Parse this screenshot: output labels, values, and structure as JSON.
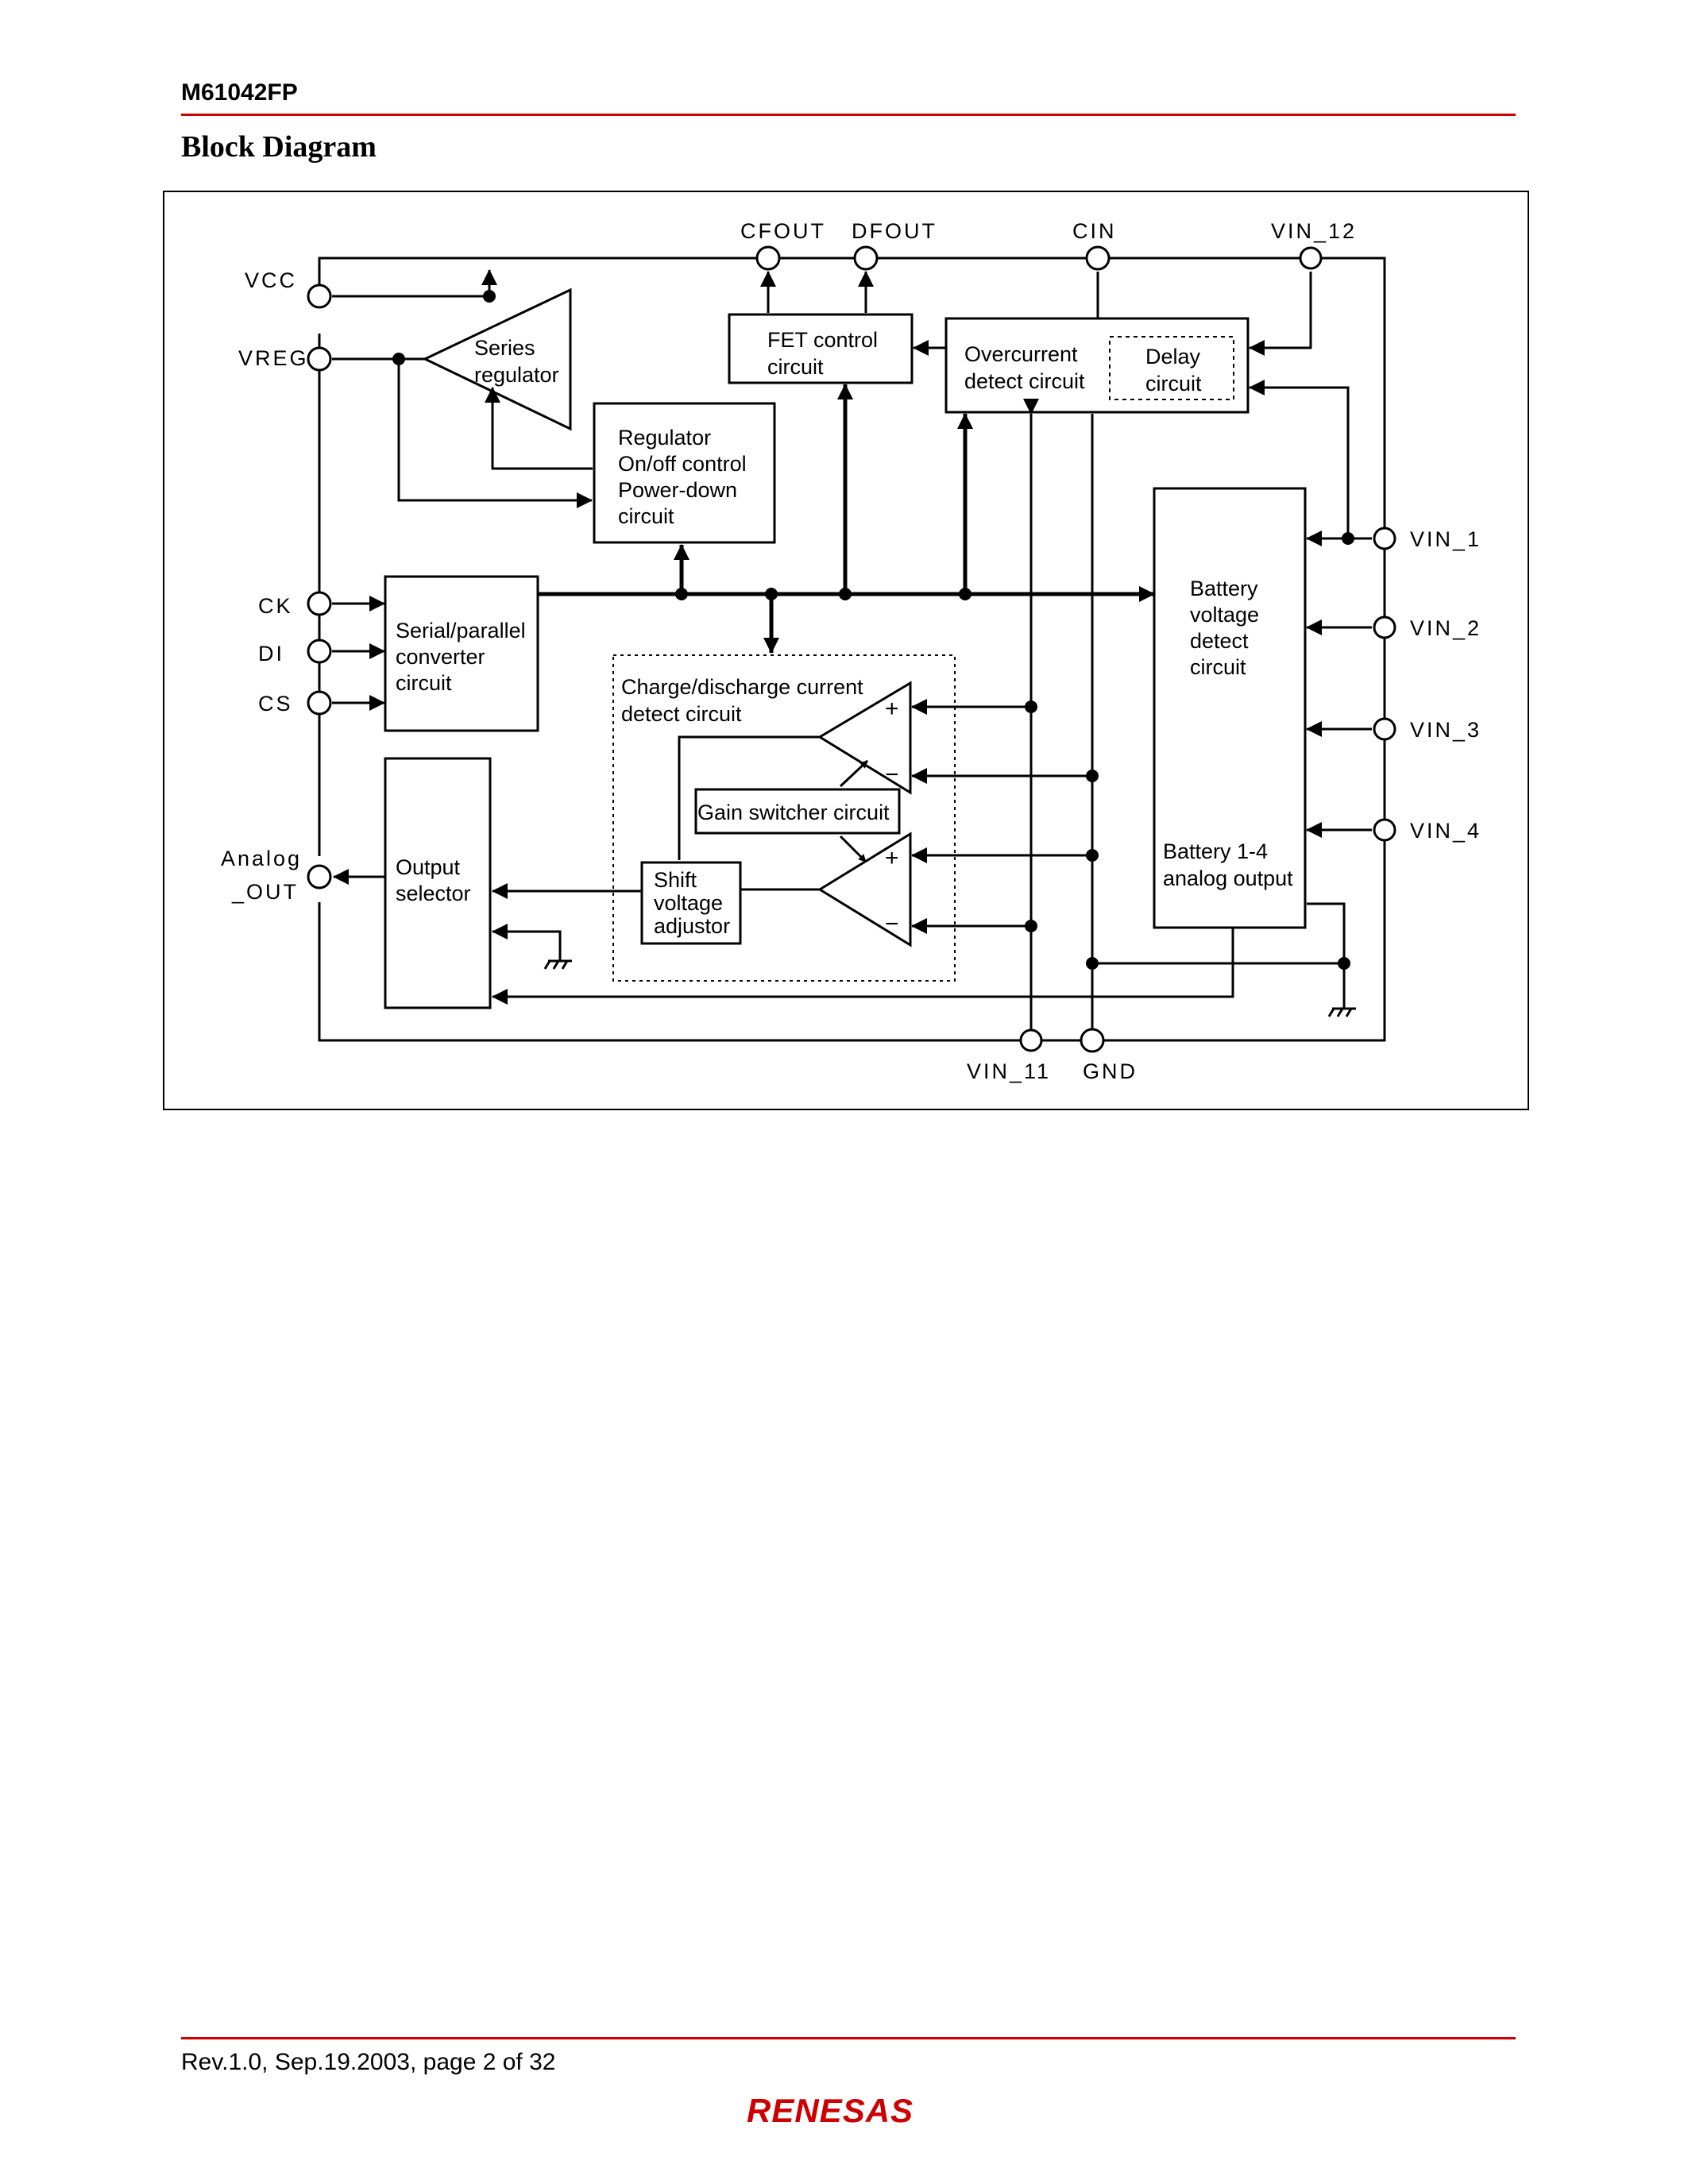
{
  "header": {
    "part_number": "M61042FP"
  },
  "section": {
    "title": "Block Diagram"
  },
  "pins": {
    "vcc": "VCC",
    "vreg": "VREG",
    "ck": "CK",
    "di": "DI",
    "cs": "CS",
    "analog_out_1": "Analog",
    "analog_out_2": "_OUT",
    "cfout": "CFOUT",
    "dfout": "DFOUT",
    "cin": "CIN",
    "vin12": "VIN_12",
    "vin1": "VIN_1",
    "vin2": "VIN_2",
    "vin3": "VIN_3",
    "vin4": "VIN_4",
    "vin11": "VIN_11",
    "gnd": "GND"
  },
  "blocks": {
    "series_regulator": [
      "Series",
      "regulator"
    ],
    "fet_control": [
      "FET control",
      "circuit"
    ],
    "overcurrent": [
      "Overcurrent",
      "detect circuit"
    ],
    "delay": [
      "Delay",
      "circuit"
    ],
    "regulator_control": [
      "Regulator",
      "On/off control",
      "Power-down",
      "circuit"
    ],
    "serial_parallel": [
      "Serial/parallel",
      "converter",
      "circuit"
    ],
    "battery_voltage": [
      "Battery",
      "voltage",
      "detect",
      "circuit"
    ],
    "battery_analog": [
      "Battery 1-4",
      "analog output"
    ],
    "charge_discharge": [
      "Charge/discharge current",
      "detect circuit"
    ],
    "gain_switcher": "Gain switcher circuit",
    "shift_voltage": [
      "Shift",
      "voltage",
      "adjustor"
    ],
    "output_selector": [
      "Output",
      "selector"
    ]
  },
  "opamp_symbols": {
    "plus": "+",
    "minus": "−"
  },
  "footer": {
    "revision": "Rev.1.0,  Sep.19.2003,  page 2 of 32",
    "brand": "RENESAS"
  },
  "colors": {
    "accent_red": "#cc0000",
    "ink": "#000000"
  }
}
